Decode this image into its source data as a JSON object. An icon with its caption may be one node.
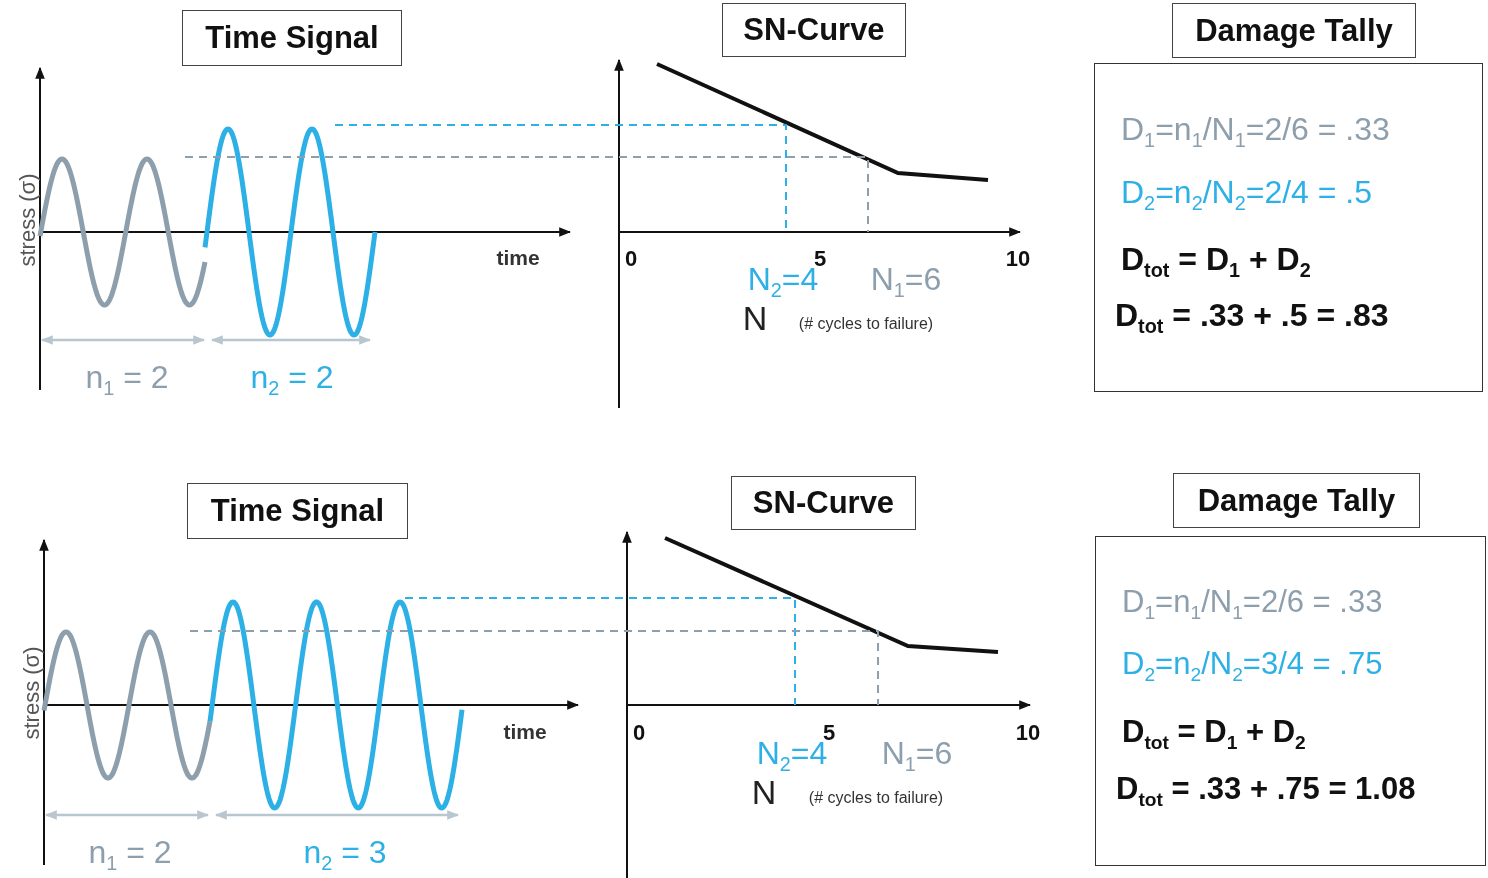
{
  "diagram": {
    "nodes": [
      {
        "text": [
          "Time Signal"
        ]
      },
      {
        "text": [
          "SN-Curve"
        ]
      },
      {
        "text": [
          "Damage Tally"
        ]
      },
      {
        "text": [
          "D$_{1}$=n$_{1}$/N$_{1}$=2/6 = .33",
          "D$_{2}$=n$_{2}$/N$_{2}$=2/4 = .5",
          "D$_{tot}$ = D$_{1}$ + D$_{2}$",
          "D$_{tot}$ = .33 + .5 = .83"
        ]
      },
      {
        "text": [
          "Time Signal"
        ]
      },
      {
        "text": [
          "SN-Curve"
        ]
      },
      {
        "text": [
          "Damage Tally"
        ]
      },
      {
        "text": [
          "D$_{1}$=n$_{1}$/N$_{1}$=2/6 = .33",
          "D$_{2}$=n$_{2}$/N$_{2}$=3/4 = .75",
          "D$_{tot}$ = D$_{1}$ + D$_{2}$",
          "D$_{tot}$ = .33 + .75 = 1.08"
        ]
      }
    ],
    "labels": [
      "stress (σ)",
      "time",
      "n$_{1}$ = 2",
      "n$_{2}$ = 2",
      "0",
      "5",
      "10",
      "N$_{2}$=4",
      "N$_{1}$=6",
      "N",
      "(# cycles to failure)",
      "stress (σ)",
      "time",
      "n$_{1}$ = 2",
      "n$_{2}$ = 3",
      "0",
      "5",
      "10",
      "N$_{2}$=4",
      "N$_{1}$=6",
      "N",
      "(# cycles to failure)"
    ]
  }
}
